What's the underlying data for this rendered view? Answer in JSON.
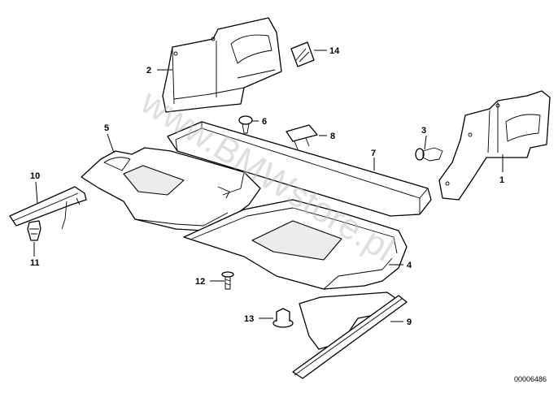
{
  "diagram": {
    "watermark": "www.BMWstore.pl",
    "diagram_number": "00006486",
    "callouts": {
      "c1": "1",
      "c2": "2",
      "c3": "3",
      "c4": "4",
      "c5": "5",
      "c6": "6",
      "c7": "7",
      "c8": "8",
      "c9": "9",
      "c10": "10",
      "c11": "11",
      "c12": "12",
      "c13": "13",
      "c14": "14"
    }
  }
}
